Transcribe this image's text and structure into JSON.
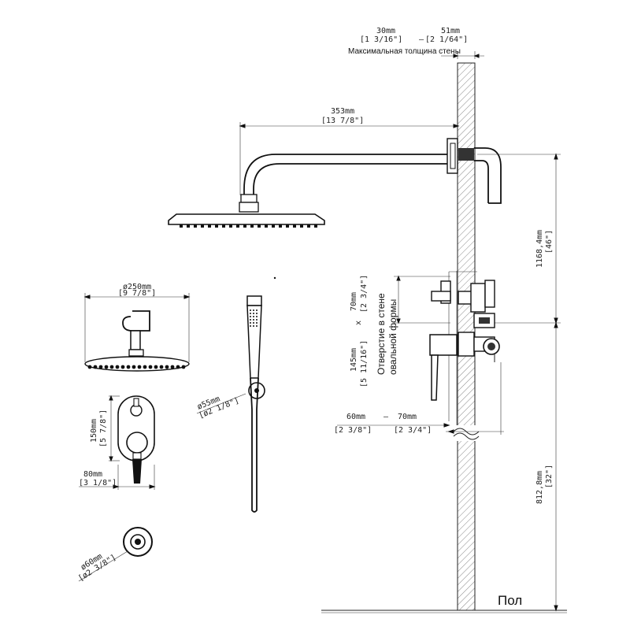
{
  "dimensions": {
    "wall_min": {
      "mm": "30mm",
      "in": "[1 3/16\"]"
    },
    "wall_max": {
      "mm": "51mm",
      "in": "[2 1/64\"]"
    },
    "wall_thickness_label": "Максимальная толщина стены",
    "arm_length": {
      "mm": "353mm",
      "in": "[13 7/8\"]"
    },
    "head_diameter": {
      "mm": "ø250mm",
      "in": "[9 7/8\"]"
    },
    "handset_holder": {
      "mm": "ø55mm",
      "in": "[ø2 1/8\"]"
    },
    "plate_height": {
      "mm": "150mm",
      "in": "[5 7/8\"]"
    },
    "plate_width": {
      "mm": "80mm",
      "in": "[3 1/8\"]"
    },
    "outlet_diameter": {
      "mm": "ø60mm",
      "in": "[ø2 3/8\"]"
    },
    "oval_hole_height": {
      "mm": "145mm",
      "in": "[5 11/16\"]"
    },
    "oval_hole_times": "x",
    "oval_hole_width": {
      "mm": "70mm",
      "in": "[2 3/4\"]"
    },
    "oval_hole_label_1": "Отверстие в стене",
    "oval_hole_label_2": "овальной формы",
    "body_depth_min": {
      "mm": "60mm",
      "in": "[2 3/8\"]"
    },
    "body_depth_max": {
      "mm": "70mm",
      "in": "[2 3/4\"]"
    },
    "head_height": {
      "mm": "1168,4mm",
      "in": "[46\"]"
    },
    "mixer_height": {
      "mm": "812,8mm",
      "in": "[32\"]"
    }
  },
  "floor_label": "Пол"
}
